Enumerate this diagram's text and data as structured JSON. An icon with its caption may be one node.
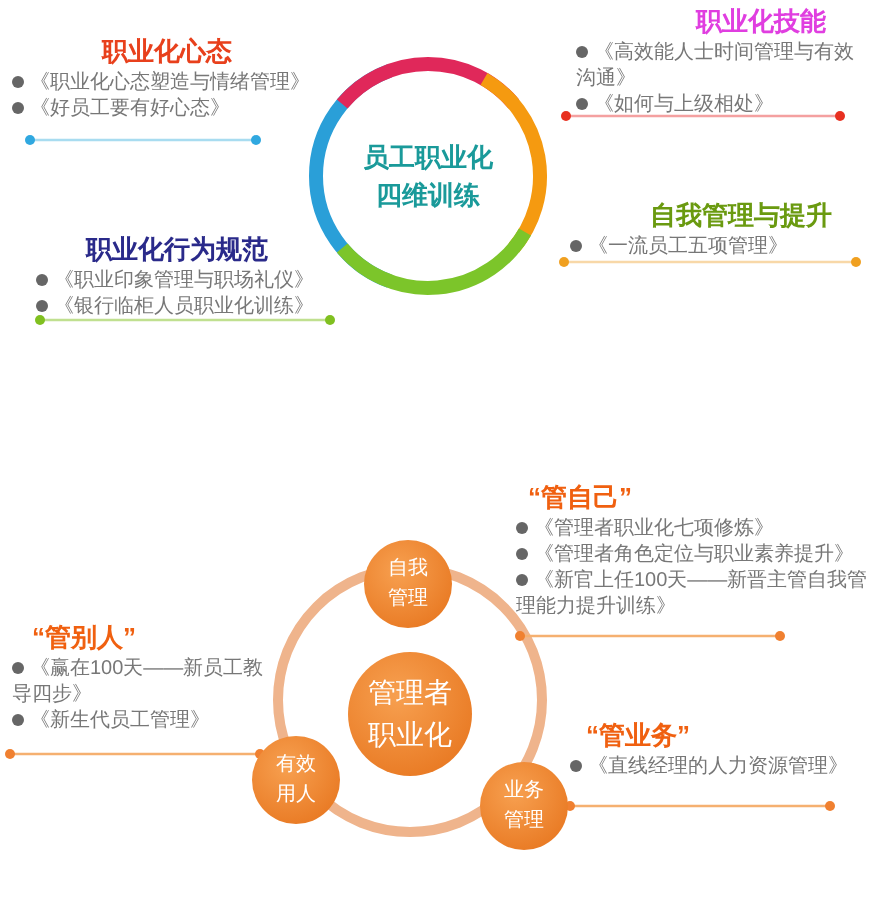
{
  "diagram": {
    "nodes": [
      {
        "text": [
          "员工职业化四维训练"
        ]
      },
      {
        "text": [
          "管理者职业化"
        ]
      },
      {
        "text": [
          "自我管理"
        ]
      },
      {
        "text": [
          "有效用人"
        ]
      },
      {
        "text": [
          "业务管理"
        ]
      }
    ],
    "labels": [
      "职业化技能",
      "《高效能人士时间管理与有效沟通》",
      "《如何与上级相处》",
      "职业化心态",
      "《职业化心态塑造与情绪管理》",
      "《好员工要有好心态》",
      "自我管理与提升",
      "《一流员工五项管理》",
      "职业化行为规范",
      "《职业印象管理与职场礼仪》",
      "《银行临柜人员职业化训练》",
      "“管自己”",
      "《管理者职业化七项修炼》",
      "《管理者角色定位与职业素养提升》",
      "《新官上任100天——新晋主管自我管理能力提升训练》",
      "“管别人”",
      "《赢在100天——新员工教导四步》",
      "《新生代员工管理》",
      "“管业务”",
      "《直线经理的人力资源管理》"
    ]
  }
}
